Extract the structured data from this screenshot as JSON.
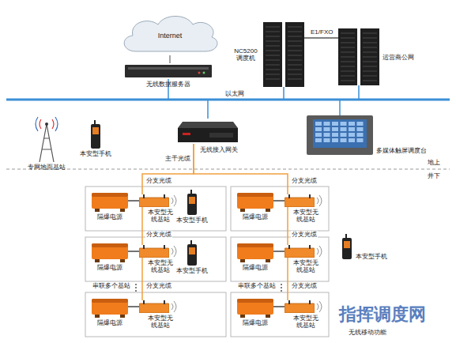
{
  "diagram": {
    "nodes": [
      {
        "text": [
          "Internet"
        ]
      },
      {
        "text": [
          "无线数据服务器"
        ]
      },
      {
        "text": [
          "NC5200 调度机"
        ]
      },
      {
        "text": [
          "运营商公网"
        ]
      },
      {
        "text": [
          "专网地面基站"
        ]
      },
      {
        "text": [
          "本安型手机"
        ]
      },
      {
        "text": [
          "无线接入网关"
        ]
      },
      {
        "text": [
          "多媒体触屏调度台"
        ]
      },
      {
        "text": [
          "隔爆电源"
        ]
      },
      {
        "text": [
          "本安型无线基站"
        ]
      },
      {
        "text": [
          "本安型手机"
        ]
      },
      {
        "text": [
          "隔爆电源"
        ]
      },
      {
        "text": [
          "本安型无线基站"
        ]
      },
      {
        "text": [
          "隔爆电源"
        ]
      },
      {
        "text": [
          "本安型无线基站"
        ]
      },
      {
        "text": [
          "本安型手机"
        ]
      },
      {
        "text": [
          "本安型手机"
        ]
      },
      {
        "text": [
          "隔爆电源"
        ]
      },
      {
        "text": [
          "本安型无线基站"
        ]
      },
      {
        "text": [
          "隔爆电源"
        ]
      },
      {
        "text": [
          "本安型无线基站"
        ]
      },
      {
        "text": [
          "隔爆电源"
        ]
      },
      {
        "text": [
          "本安型无线基站"
        ]
      }
    ],
    "edges": [
      {
        "from": 0,
        "to": 1,
        "arrow": "none"
      },
      {
        "from": 2,
        "to": 3,
        "label": "E1/FXO",
        "arrow": "none"
      },
      {
        "from": 6,
        "to": 9,
        "label": "分支光缆",
        "arrow": "none"
      },
      {
        "from": 6,
        "to": 12,
        "label": "分支光缆",
        "arrow": "none"
      },
      {
        "from": 9,
        "to": 14,
        "label": "分支光缆",
        "arrow": "none"
      },
      {
        "from": 12,
        "to": 18,
        "label": "分支光缆",
        "arrow": "none"
      },
      {
        "from": 14,
        "to": 20,
        "label": "分支光缆",
        "arrow": "none"
      },
      {
        "from": 18,
        "to": 22,
        "label": "分支光缆",
        "arrow": "none"
      },
      {
        "from": 8,
        "to": 9,
        "arrow": "none"
      },
      {
        "from": 11,
        "to": 12,
        "arrow": "none"
      },
      {
        "from": 13,
        "to": 14,
        "arrow": "none"
      },
      {
        "from": 17,
        "to": 18,
        "arrow": "none"
      },
      {
        "from": 19,
        "to": 20,
        "arrow": "none"
      },
      {
        "from": 21,
        "to": 22,
        "arrow": "none"
      }
    ],
    "labels": [
      "以太网",
      "主干光缆",
      "地上",
      "井下",
      "串联多个基站",
      "串联多个基站",
      "无线移动功能",
      "指挥调度网"
    ]
  }
}
